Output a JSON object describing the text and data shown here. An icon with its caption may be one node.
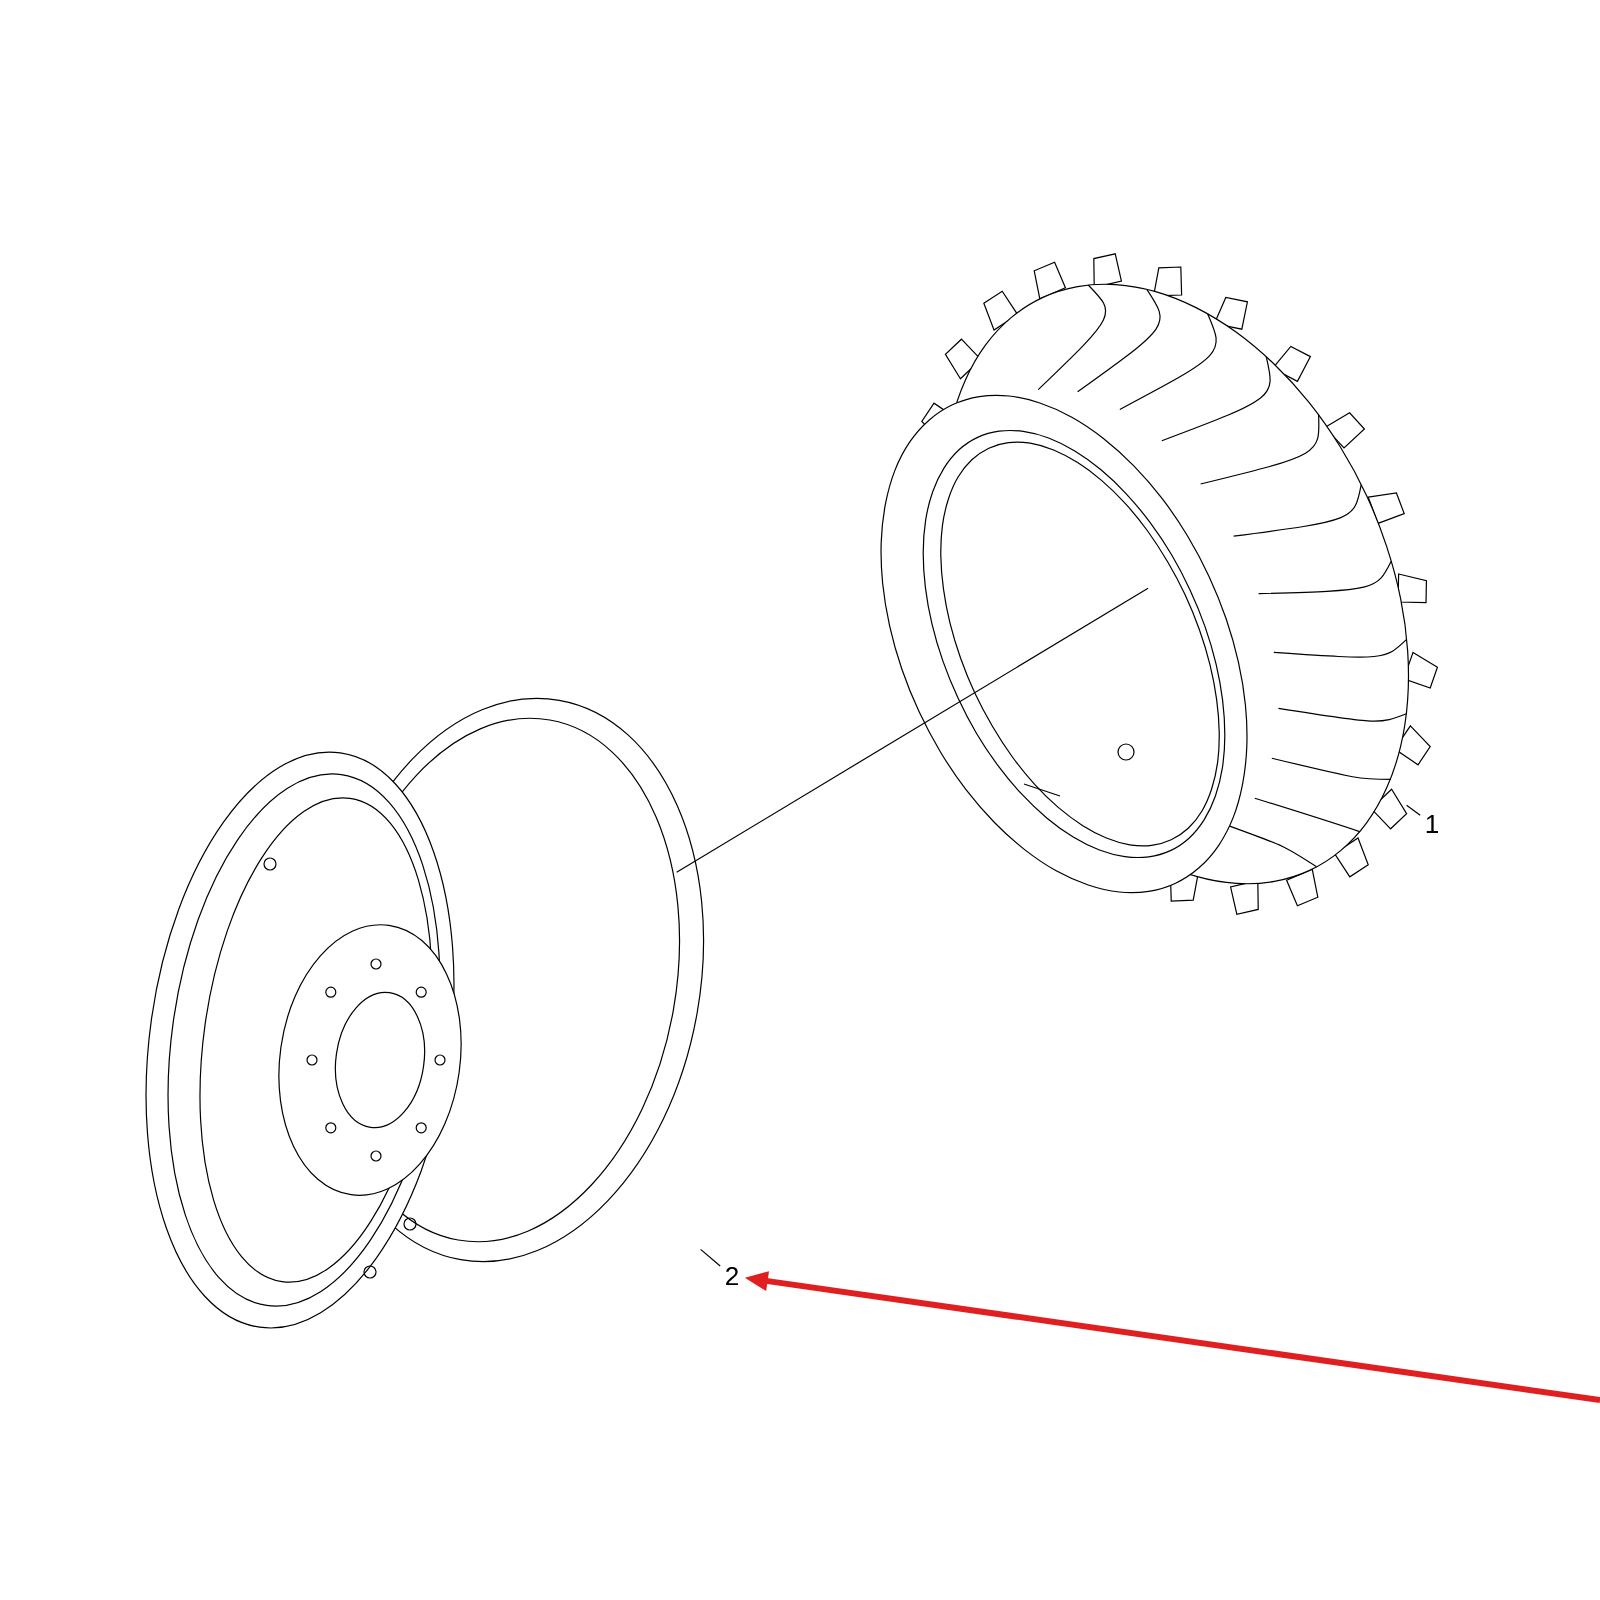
{
  "diagram": {
    "nodes": [
      {
        "text": [
          "1"
        ]
      },
      {
        "text": [],
        "shape": "picture"
      },
      {
        "text": [
          "2"
        ]
      },
      {
        "text": [],
        "shape": "picture"
      }
    ],
    "edges": [
      {
        "from": 0,
        "to": 1,
        "arrow": "none"
      },
      {
        "from": 2,
        "to": 3,
        "arrow": "none"
      },
      {
        "from": 3,
        "to": 1,
        "arrow": "none"
      },
      {
        "from": null,
        "to": 2,
        "arrow": "to",
        "style": "thick",
        "color": "#e02020"
      }
    ]
  }
}
